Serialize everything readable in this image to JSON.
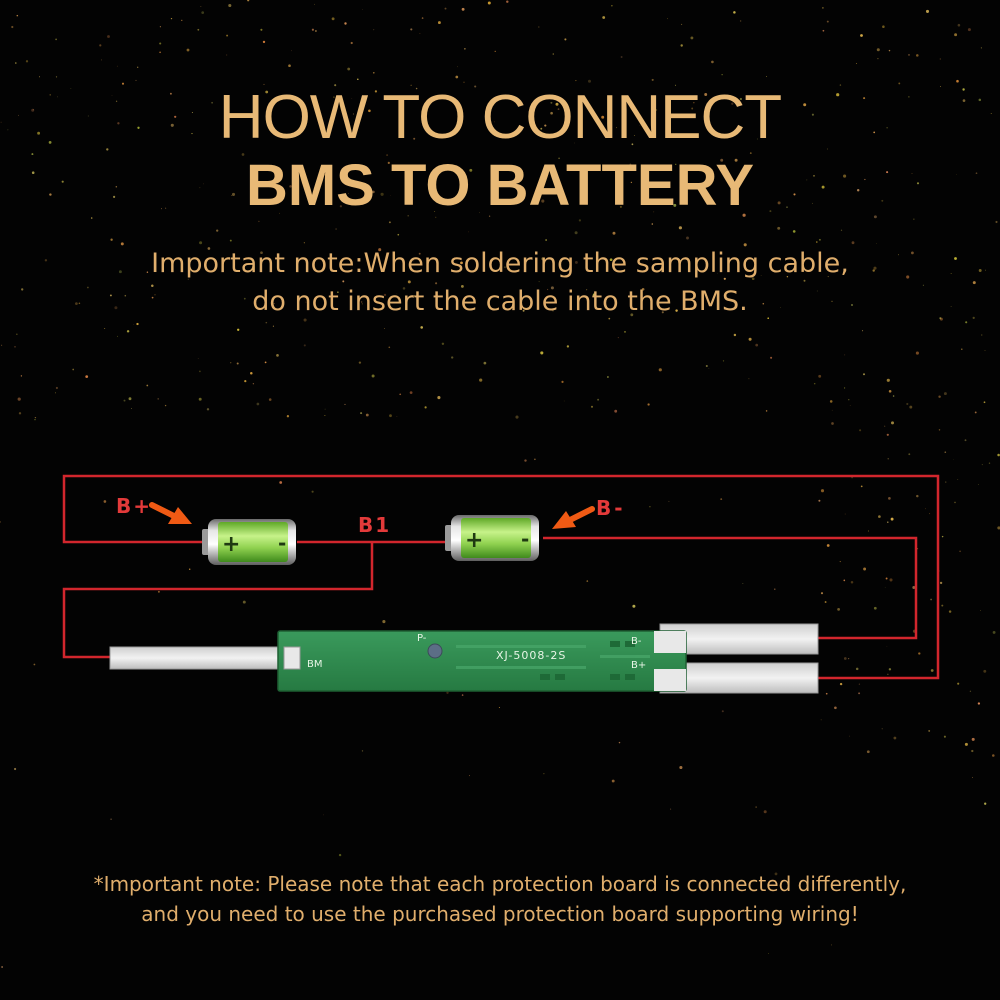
{
  "title": {
    "line1": "HOW TO CONNECT",
    "line2": "BMS TO BATTERY"
  },
  "note_top": {
    "line1": "Important note:When soldering the sampling cable,",
    "line2": "do not insert the cable into the BMS."
  },
  "diagram": {
    "labels": {
      "b_plus": "B+",
      "b_minus": "B-",
      "b1": "B1"
    },
    "board": {
      "model": "XJ-5008-2S",
      "pad_p_minus": "P-",
      "pad_b_minus": "B-",
      "pad_b_plus": "B+",
      "pad_bm": "BM"
    },
    "battery_terminals": {
      "positive": "+",
      "negative": "-"
    },
    "colors": {
      "wire": "#d2262d",
      "label": "#e33a3a",
      "arrow": "#f05a14",
      "board": "#2f8a4e",
      "battery": "#8fd14f",
      "title": "#e8b976"
    }
  },
  "note_bottom": {
    "line1": "*Important note: Please note that each protection board is connected differently,",
    "line2": "and you need to use the purchased protection board supporting wiring!"
  }
}
